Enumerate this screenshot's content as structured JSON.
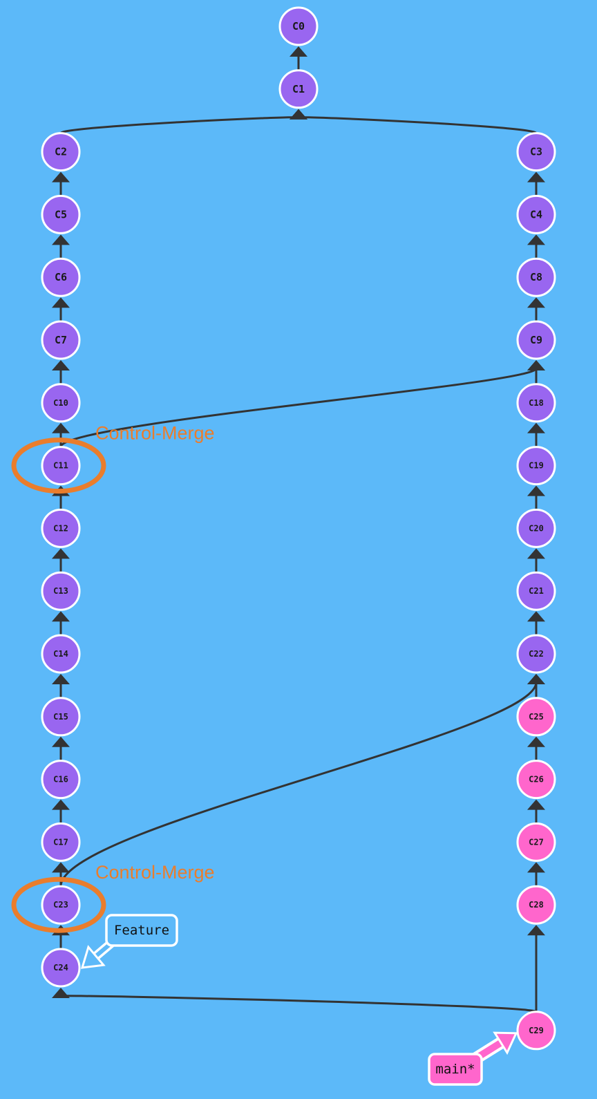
{
  "colors": {
    "background": "#5cb9f9",
    "commit_default": "#9966f0",
    "commit_main_new": "#ff66cc",
    "commit_stroke": "#ffffff",
    "edge": "#333333",
    "annotation": "#ea7d2c",
    "feature_tag_fill": "#5cb9f9",
    "feature_tag_stroke": "#ffffff",
    "main_tag_fill": "#ff66cc",
    "main_tag_stroke": "#ffffff"
  },
  "commits": [
    {
      "id": "C0",
      "color": "commit_default"
    },
    {
      "id": "C1",
      "color": "commit_default"
    },
    {
      "id": "C2",
      "color": "commit_default"
    },
    {
      "id": "C3",
      "color": "commit_default"
    },
    {
      "id": "C4",
      "color": "commit_default"
    },
    {
      "id": "C5",
      "color": "commit_default"
    },
    {
      "id": "C6",
      "color": "commit_default"
    },
    {
      "id": "C7",
      "color": "commit_default"
    },
    {
      "id": "C8",
      "color": "commit_default"
    },
    {
      "id": "C9",
      "color": "commit_default"
    },
    {
      "id": "C10",
      "color": "commit_default"
    },
    {
      "id": "C11",
      "color": "commit_default"
    },
    {
      "id": "C12",
      "color": "commit_default"
    },
    {
      "id": "C13",
      "color": "commit_default"
    },
    {
      "id": "C14",
      "color": "commit_default"
    },
    {
      "id": "C15",
      "color": "commit_default"
    },
    {
      "id": "C16",
      "color": "commit_default"
    },
    {
      "id": "C17",
      "color": "commit_default"
    },
    {
      "id": "C18",
      "color": "commit_default"
    },
    {
      "id": "C19",
      "color": "commit_default"
    },
    {
      "id": "C20",
      "color": "commit_default"
    },
    {
      "id": "C21",
      "color": "commit_default"
    },
    {
      "id": "C22",
      "color": "commit_default"
    },
    {
      "id": "C23",
      "color": "commit_default"
    },
    {
      "id": "C24",
      "color": "commit_default"
    },
    {
      "id": "C25",
      "color": "commit_main_new"
    },
    {
      "id": "C26",
      "color": "commit_main_new"
    },
    {
      "id": "C27",
      "color": "commit_main_new"
    },
    {
      "id": "C28",
      "color": "commit_main_new"
    },
    {
      "id": "C29",
      "color": "commit_main_new"
    }
  ],
  "edges": [
    [
      "C1",
      "C0"
    ],
    [
      "C2",
      "C1"
    ],
    [
      "C3",
      "C1"
    ],
    [
      "C5",
      "C2"
    ],
    [
      "C6",
      "C5"
    ],
    [
      "C7",
      "C6"
    ],
    [
      "C10",
      "C7"
    ],
    [
      "C11",
      "C10"
    ],
    [
      "C11",
      "C9"
    ],
    [
      "C12",
      "C11"
    ],
    [
      "C13",
      "C12"
    ],
    [
      "C14",
      "C13"
    ],
    [
      "C15",
      "C14"
    ],
    [
      "C16",
      "C15"
    ],
    [
      "C17",
      "C16"
    ],
    [
      "C23",
      "C17"
    ],
    [
      "C23",
      "C22"
    ],
    [
      "C24",
      "C23"
    ],
    [
      "C4",
      "C3"
    ],
    [
      "C8",
      "C4"
    ],
    [
      "C9",
      "C8"
    ],
    [
      "C18",
      "C9"
    ],
    [
      "C19",
      "C18"
    ],
    [
      "C20",
      "C19"
    ],
    [
      "C21",
      "C20"
    ],
    [
      "C22",
      "C21"
    ],
    [
      "C25",
      "C22"
    ],
    [
      "C26",
      "C25"
    ],
    [
      "C27",
      "C26"
    ],
    [
      "C28",
      "C27"
    ],
    [
      "C29",
      "C28"
    ],
    [
      "C29",
      "C24"
    ]
  ],
  "annotations": [
    {
      "target": "C11",
      "label": "Control-Merge"
    },
    {
      "target": "C23",
      "label": "Control-Merge"
    }
  ],
  "branches": [
    {
      "name": "Feature",
      "target": "C24",
      "style": "feature"
    },
    {
      "name": "main*",
      "target": "C29",
      "style": "main"
    }
  ]
}
